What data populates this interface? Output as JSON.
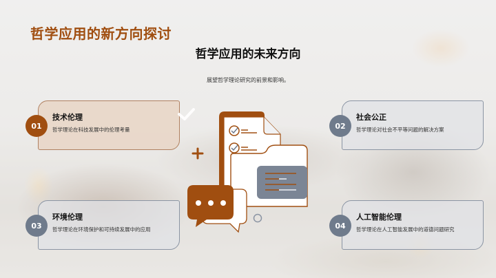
{
  "slide": {
    "main_title": "哲学应用的新方向探讨",
    "subtitle": "哲学应用的未来方向",
    "description": "展望哲学理论研究的前景和影响。"
  },
  "cards": [
    {
      "number": "01",
      "title": "技术伦理",
      "description": "哲学理论在科技发展中的伦理考量",
      "style": "accent"
    },
    {
      "number": "02",
      "title": "社会公正",
      "description": "哲学理论对社会不平等问题的解决方案",
      "style": "neutral"
    },
    {
      "number": "03",
      "title": "环境伦理",
      "description": "哲学理论在环境保护和可持续发展中的应用",
      "style": "neutral"
    },
    {
      "number": "04",
      "title": "人工智能伦理",
      "description": "哲学理论在人工智能发展中的道德问题研究",
      "style": "neutral"
    }
  ],
  "illustration": {
    "icons": [
      "checkmark-icon",
      "plus-icon",
      "document-checklist-icon",
      "folder-icon",
      "chat-bubble-icon",
      "circle-icon"
    ]
  },
  "colors": {
    "accent": "#a04e10",
    "neutral": "#6f7b8c",
    "title_text": "#111111",
    "card_accent_bg": "#e8d4c4",
    "card_neutral_bg": "#e1e2e6"
  }
}
